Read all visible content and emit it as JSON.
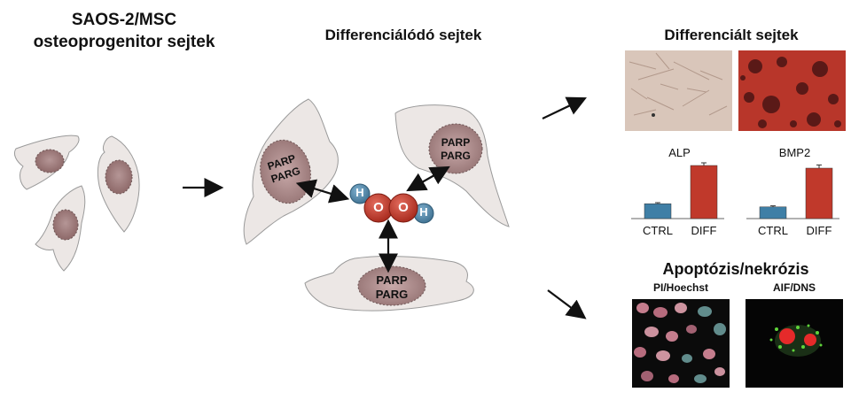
{
  "stages": {
    "progenitor_title_line1": "SAOS-2/MSC",
    "progenitor_title_line2": "osteoprogenitor sejtek",
    "differentiating_title": "Differenciálódó sejtek",
    "differentiated_title": "Differenciált sejtek",
    "death_title": "Apoptózis/nekrózis"
  },
  "nucleus_labels": {
    "line1": "PARP",
    "line2": "PARG"
  },
  "peroxide": {
    "atom_h": "H",
    "atom_o": "O"
  },
  "micrographs": {
    "pi_label": "PI/Hoechst",
    "aif_label": "AIF/DNS"
  },
  "colors": {
    "cell_fill": "#ece7e5",
    "nucleus_fill": "#9c7a7a",
    "oxygen": "#c0392b",
    "hydrogen": "#4f86a6",
    "ctrl_bar": "#3f7fa6",
    "diff_bar": "#c0392b"
  },
  "chart_data": [
    {
      "type": "bar",
      "title": "ALP",
      "categories": [
        "CTRL",
        "DIFF"
      ],
      "values": [
        0.28,
        1.0
      ],
      "errors": [
        0.02,
        0.05
      ],
      "ylim": [
        0,
        1.1
      ]
    },
    {
      "type": "bar",
      "title": "BMP2",
      "categories": [
        "CTRL",
        "DIFF"
      ],
      "values": [
        0.22,
        0.95
      ],
      "errors": [
        0.02,
        0.06
      ],
      "ylim": [
        0,
        1.1
      ]
    }
  ]
}
